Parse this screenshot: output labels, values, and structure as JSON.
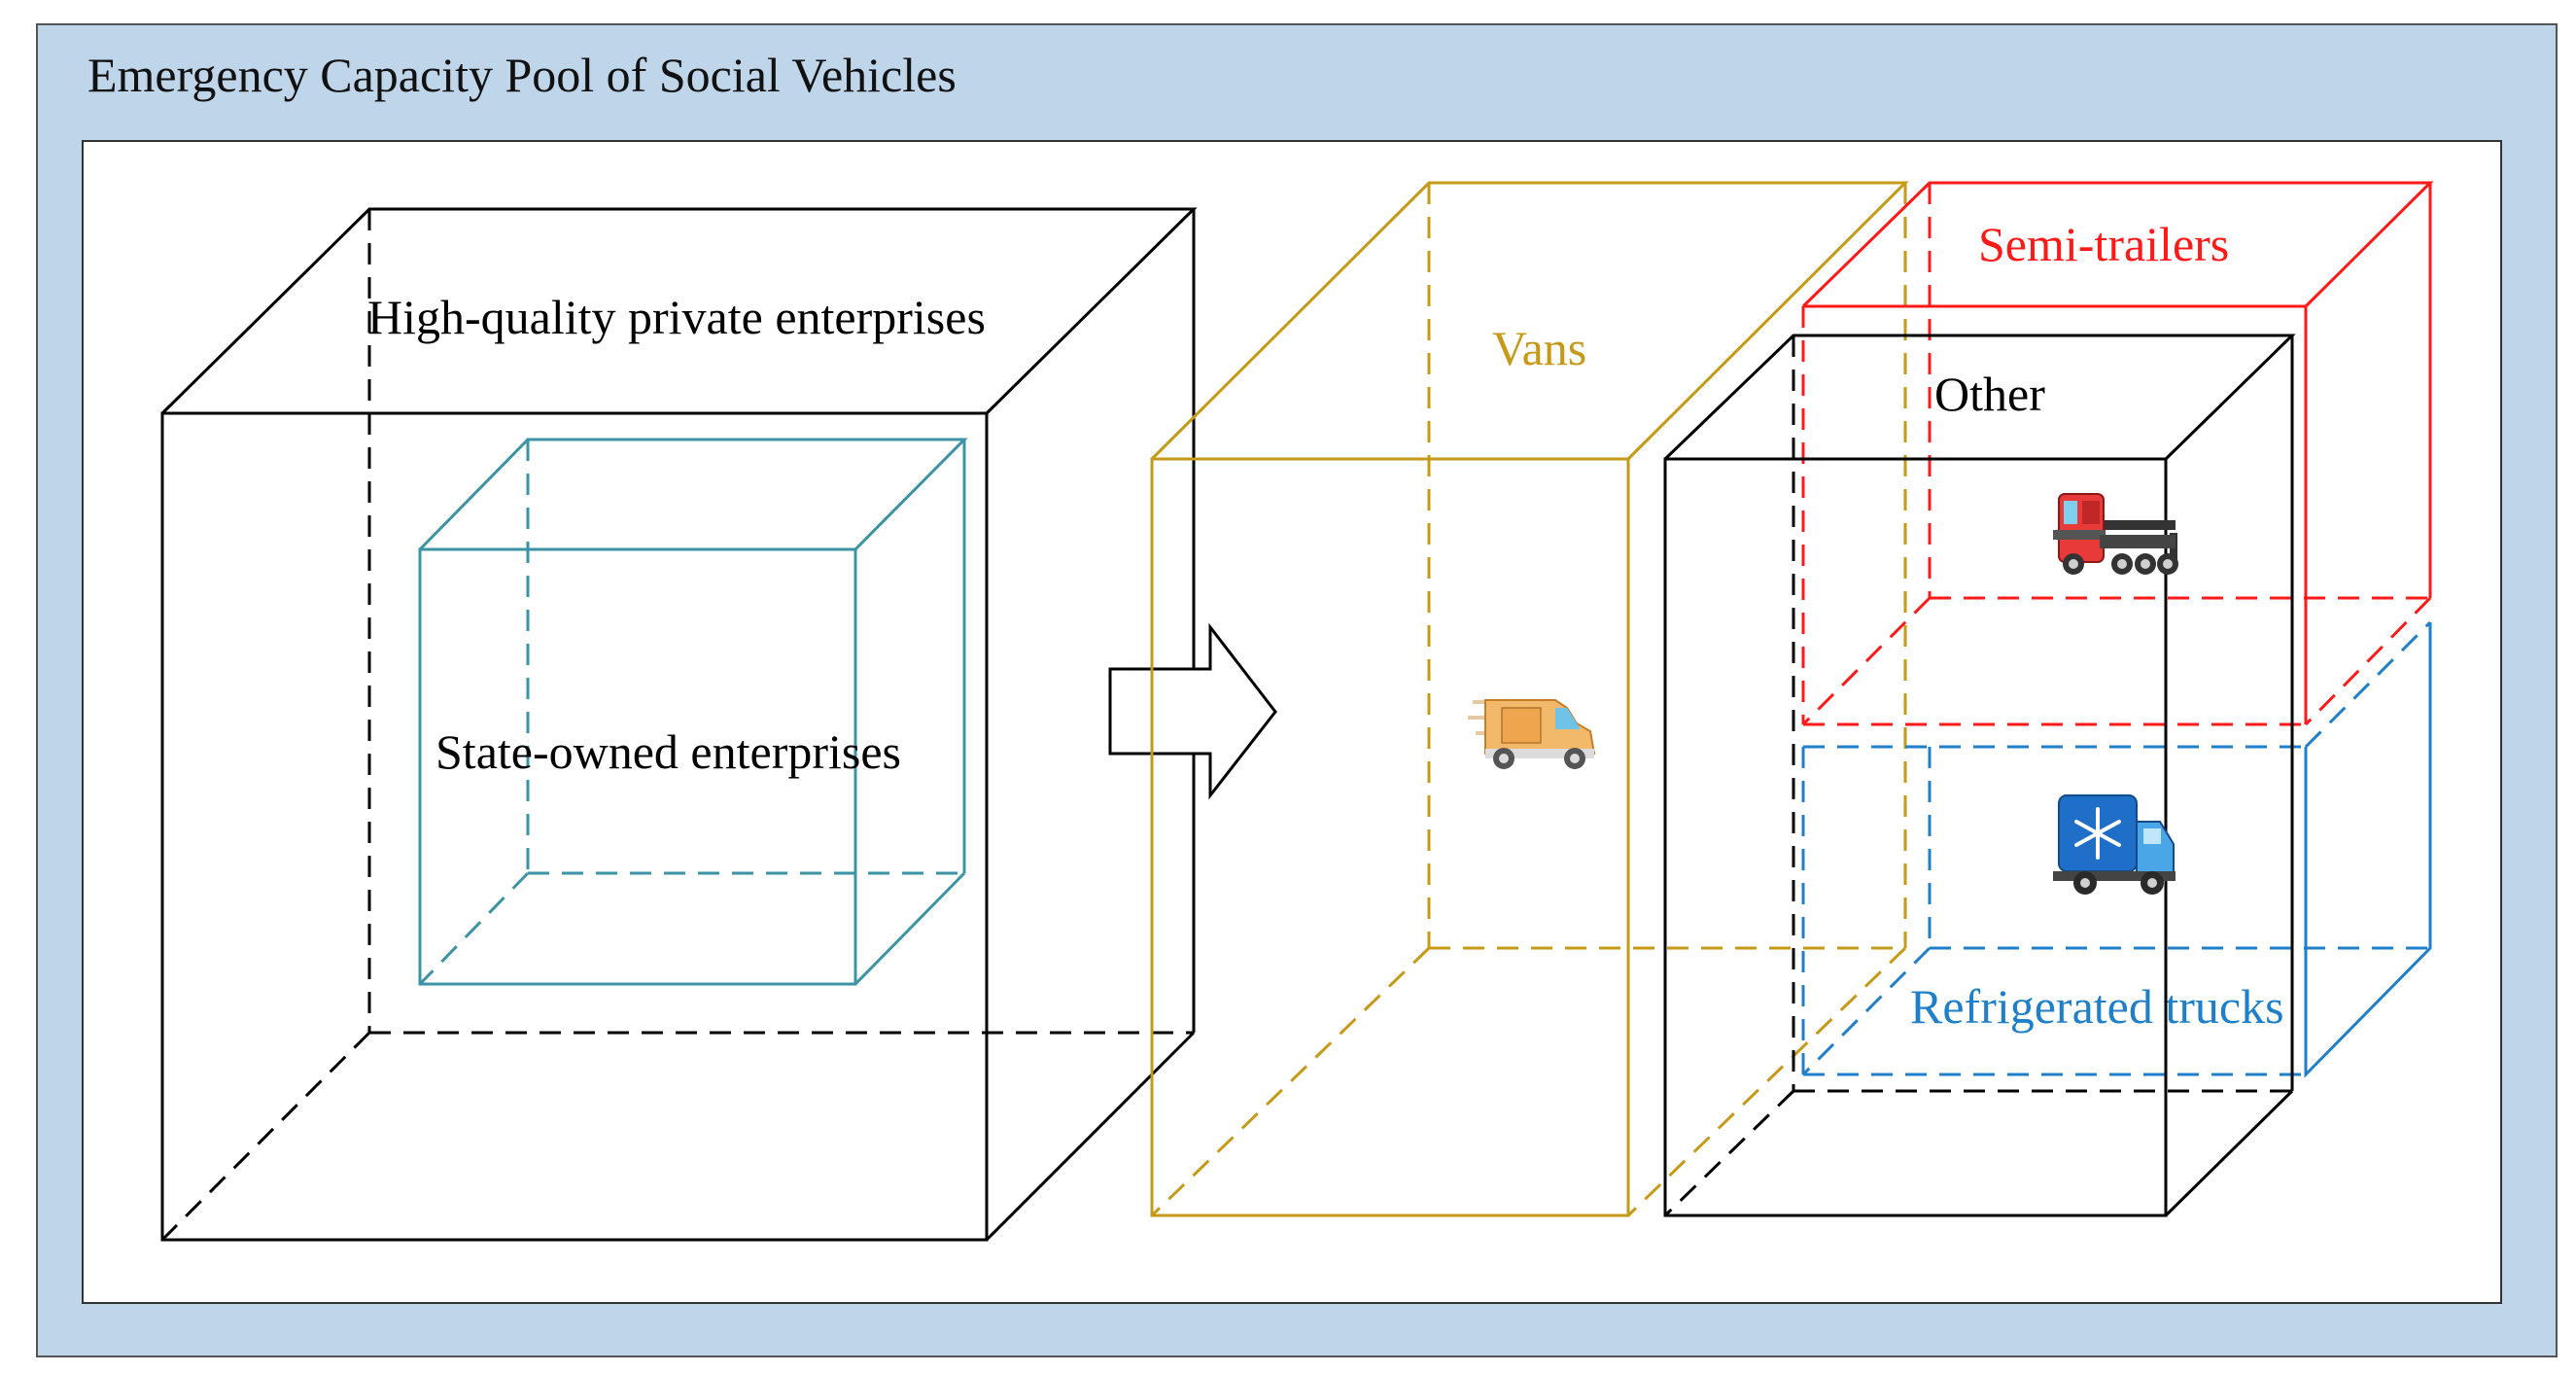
{
  "title": "Emergency Capacity Pool of Social Vehicles",
  "pool_cube": {
    "outer_label": "High-quality private enterprises",
    "inner_label": "State-owned enterprises"
  },
  "vehicle_types": {
    "vans": "Vans",
    "semi_trailers": "Semi-trailers",
    "other": "Other",
    "refrigerated_trucks": "Refrigerated trucks"
  },
  "icons": {
    "van": "van-icon",
    "semi_trailer": "semi-trailer-truck-icon",
    "refrigerated": "refrigerated-truck-icon",
    "arrow": "right-arrow-icon"
  },
  "colors": {
    "background": "#bed5ea",
    "outer_black": "#000000",
    "state_owned": "#3b93a4",
    "vans": "#c69a19",
    "semi_trailers": "#ff1a1a",
    "refrigerated": "#1f7fc8"
  }
}
